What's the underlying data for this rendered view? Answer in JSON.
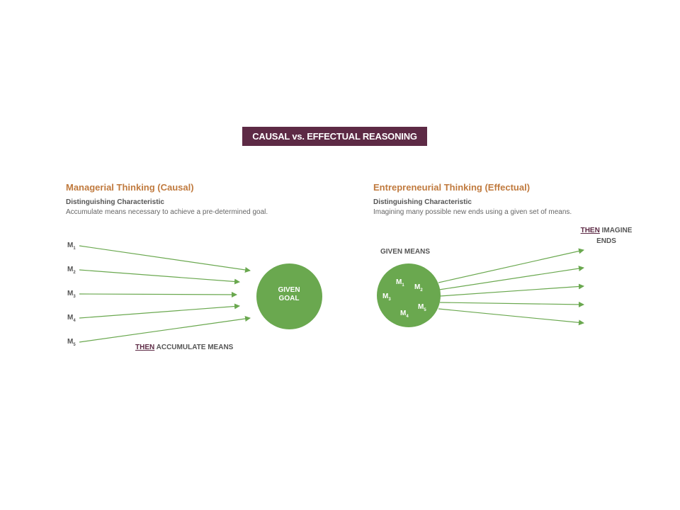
{
  "title": "CAUSAL vs. EFFECTUAL REASONING",
  "left": {
    "heading": "Managerial Thinking (Causal)",
    "subheading": "Distinguishing Characteristic",
    "description": "Accumulate means necessary to achieve a pre-determined goal.",
    "means": [
      {
        "letter": "M",
        "sub": "1"
      },
      {
        "letter": "M",
        "sub": "2"
      },
      {
        "letter": "M",
        "sub": "3"
      },
      {
        "letter": "M",
        "sub": "4"
      },
      {
        "letter": "M",
        "sub": "5"
      }
    ],
    "goal_line1": "GIVEN",
    "goal_line2": "GOAL",
    "caption_then": "THEN",
    "caption_rest": " ACCUMULATE MEANS"
  },
  "right": {
    "heading": "Entrepreneurial Thinking (Effectual)",
    "subheading": "Distinguishing Characteristic",
    "description": "Imagining many possible new ends using a given set of means.",
    "given_means": "GIVEN MEANS",
    "means": [
      {
        "letter": "M",
        "sub": "1"
      },
      {
        "letter": "M",
        "sub": "2"
      },
      {
        "letter": "M",
        "sub": "3"
      },
      {
        "letter": "M",
        "sub": "4"
      },
      {
        "letter": "M",
        "sub": "5"
      }
    ],
    "caption_then": "THEN",
    "caption_rest": " IMAGINE",
    "caption_line2": "ENDS"
  },
  "colors": {
    "title_bg": "#5d2a45",
    "heading": "#c07a3e",
    "green": "#6aa84f"
  }
}
